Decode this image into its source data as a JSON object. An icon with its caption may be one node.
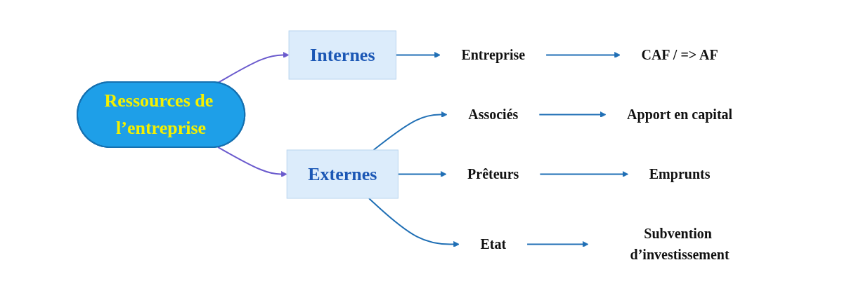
{
  "diagram": {
    "nodes": [
      {
        "text": [
          "Ressources de l’entreprise"
        ]
      },
      {
        "text": [
          "Internes"
        ]
      },
      {
        "text": [
          "Externes"
        ]
      },
      {
        "text": [
          "Entreprise"
        ]
      },
      {
        "text": [
          "CAF / => AF"
        ]
      },
      {
        "text": [
          "Associés"
        ]
      },
      {
        "text": [
          "Prêteurs"
        ]
      },
      {
        "text": [
          "Etat"
        ]
      },
      {
        "text": [
          "Apport en capital"
        ]
      },
      {
        "text": [
          "Emprunts"
        ]
      },
      {
        "text": [
          "Subvention d’investissement"
        ]
      }
    ],
    "edges": [
      {
        "from": 0,
        "to": 1,
        "arrow": "to",
        "color": "#6a5acd"
      },
      {
        "from": 0,
        "to": 2,
        "arrow": "to",
        "color": "#6a5acd"
      },
      {
        "from": 1,
        "to": 3,
        "arrow": "to"
      },
      {
        "from": 3,
        "to": 4,
        "arrow": "to"
      },
      {
        "from": 2,
        "to": 5,
        "arrow": "to"
      },
      {
        "from": 2,
        "to": 6,
        "arrow": "to"
      },
      {
        "from": 2,
        "to": 7,
        "arrow": "to"
      },
      {
        "from": 5,
        "to": 8,
        "arrow": "to"
      },
      {
        "from": 6,
        "to": 9,
        "arrow": "to"
      },
      {
        "from": 7,
        "to": 10,
        "arrow": "to"
      }
    ]
  }
}
